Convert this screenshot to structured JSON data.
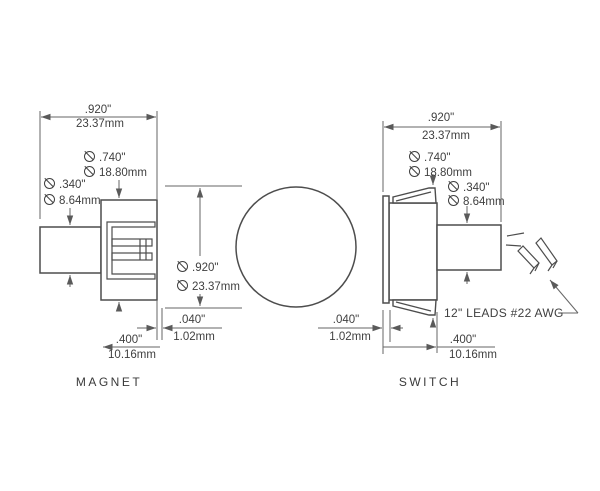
{
  "colors": {
    "line": "#4d4d4d",
    "dim_line": "#666666",
    "text": "#3f3f3f",
    "background": "#ffffff"
  },
  "magnet": {
    "label": "MAGNET",
    "overall_width_in": ".920\"",
    "overall_width_mm": "23.37mm",
    "body_dia_in": ".740\"",
    "body_dia_mm": "18.80mm",
    "barrel_dia_in": ".340\"",
    "barrel_dia_mm": "8.64mm",
    "flange_gap_in": ".040\"",
    "flange_gap_mm": "1.02mm",
    "barrel_len_in": ".400\"",
    "barrel_len_mm": "10.16mm"
  },
  "front_view": {
    "outer_dia_in": ".920\"",
    "outer_dia_mm": "23.37mm"
  },
  "switch": {
    "label": "SWITCH",
    "overall_width_in": ".920\"",
    "overall_width_mm": "23.37mm",
    "body_dia_in": ".740\"",
    "body_dia_mm": "18.80mm",
    "barrel_dia_in": ".340\"",
    "barrel_dia_mm": "8.64mm",
    "flange_gap_in": ".040\"",
    "flange_gap_mm": "1.02mm",
    "barrel_len_in": ".400\"",
    "barrel_len_mm": "10.16mm",
    "leads_note": "12\" LEADS #22 AWG"
  }
}
